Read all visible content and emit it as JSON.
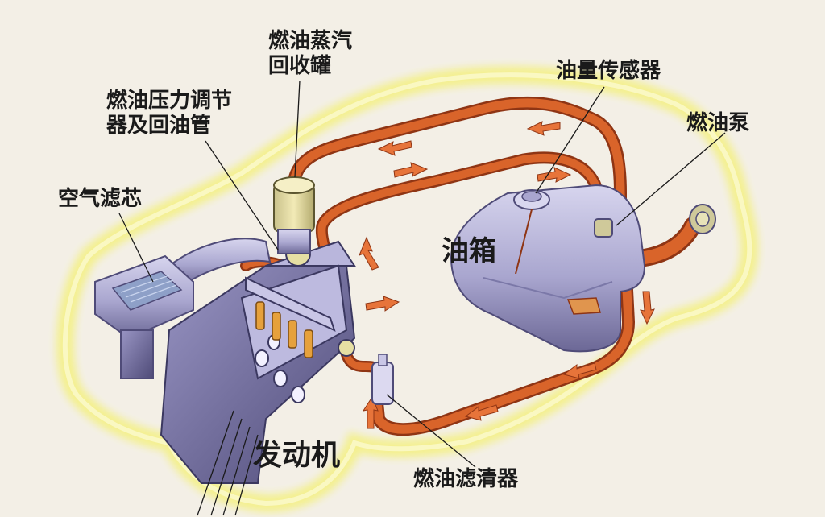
{
  "labels": {
    "vapor_canister": [
      "燃油蒸汽",
      "回收罐"
    ],
    "pressure_regulator": [
      "燃油压力调节",
      "器及回油管"
    ],
    "air_filter": "空气滤芯",
    "fuel_level_sensor": "油量传感器",
    "fuel_pump": "燃油泵",
    "fuel_tank": "油箱",
    "engine": "发动机",
    "fuel_filter": "燃油滤清器"
  },
  "colors": {
    "background": "#f3efe6",
    "car_outline_glow": "#f4f08a",
    "fuel_line": "#d9642a",
    "fuel_line_edge": "#8f3514",
    "component_body": "#a9a6cf",
    "component_shadow": "#6c6896",
    "text": "#1a1a1a"
  },
  "icons": [
    "up-arrow-icon",
    "left-arrow-icon",
    "right-arrow-icon",
    "down-arrow-icon"
  ]
}
